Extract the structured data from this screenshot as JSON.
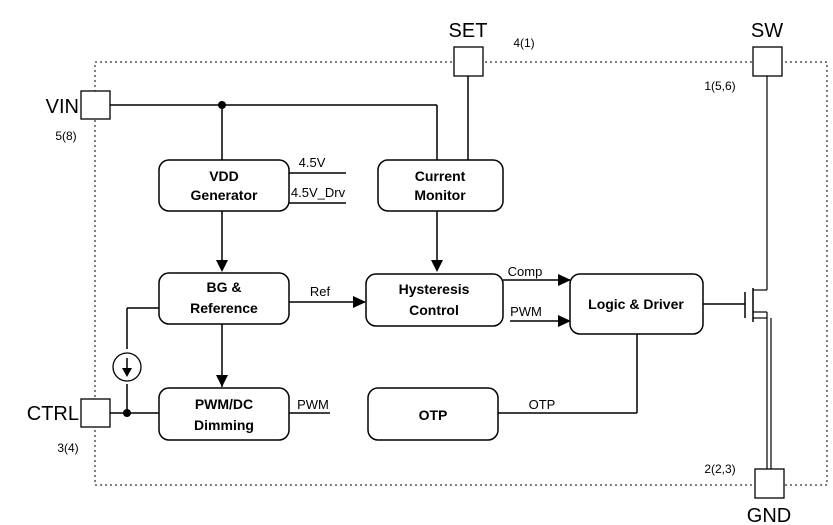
{
  "blocks": {
    "vdd_generator": [
      "VDD",
      "Generator"
    ],
    "current_monitor": [
      "Current",
      "Monitor"
    ],
    "bg_reference": [
      "BG &",
      "Reference"
    ],
    "hysteresis_control": [
      "Hysteresis",
      "Control"
    ],
    "logic_driver": "Logic & Driver",
    "pwm_dc_dimming": [
      "PWM/DC",
      "Dimming"
    ],
    "otp": "OTP"
  },
  "signals": {
    "v45": "4.5V",
    "v45_drv": "4.5V_Drv",
    "ref": "Ref",
    "comp": "Comp",
    "pwm_in": "PWM",
    "pwm_out": "PWM",
    "otp": "OTP"
  },
  "pins": {
    "vin": {
      "label": "VIN",
      "number": "5(8)"
    },
    "set": {
      "label": "SET",
      "number": "4(1)"
    },
    "sw": {
      "label": "SW",
      "number": "1(5,6)"
    },
    "ctrl": {
      "label": "CTRL",
      "number": "3(4)"
    },
    "gnd": {
      "label": "GND",
      "number": "2(2,3)"
    }
  }
}
